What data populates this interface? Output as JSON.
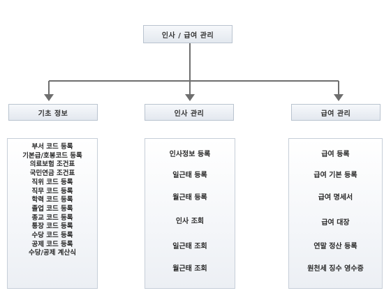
{
  "root": {
    "label": "인사 / 급여 관리"
  },
  "categories": [
    {
      "title": "기초 정보",
      "items": [
        "부서 코드 등록",
        "기본급/호봉코드 등록",
        "의료보험 조건표",
        "국민연금 조건표",
        "직위 코드 등록",
        "직무 코드 등록",
        "학력 코드 등록",
        "졸업 코드 등록",
        "종교 코드 등록",
        "통장 코드 등록",
        "수당 코드 등록",
        "공제 코드 등록",
        "수당/공제 계산식"
      ]
    },
    {
      "title": "인사 관리",
      "items": [
        "인사정보 등록",
        "일근태 등록",
        "월근태 등록",
        "인사 조회",
        "일근태 조회",
        "월근태 조회"
      ]
    },
    {
      "title": "급여 관리",
      "items": [
        "급여 등록",
        "급여 기본 등록",
        "급여 명세서",
        "급여 대장",
        "연말 정산 등록",
        "원천세 징수 영수증"
      ]
    }
  ],
  "colors": {
    "connector": "#6e6e6e",
    "box_border": "#b9c3cf"
  }
}
